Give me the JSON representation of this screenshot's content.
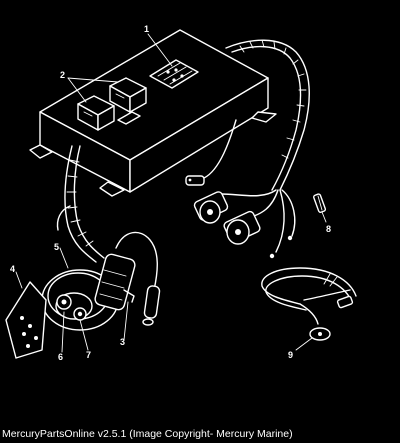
{
  "callouts": [
    {
      "id": "1",
      "label": "1"
    },
    {
      "id": "2",
      "label": "2"
    },
    {
      "id": "3",
      "label": "3"
    },
    {
      "id": "4",
      "label": "4"
    },
    {
      "id": "5",
      "label": "5"
    },
    {
      "id": "6",
      "label": "6"
    },
    {
      "id": "7",
      "label": "7"
    },
    {
      "id": "8",
      "label": "8"
    },
    {
      "id": "9",
      "label": "9"
    }
  ],
  "footer": {
    "text": "MercuryPartsOnline v2.5.1 (Image Copyright- Mercury Marine)"
  },
  "colors": {
    "background": "#000000",
    "line": "#ffffff"
  }
}
